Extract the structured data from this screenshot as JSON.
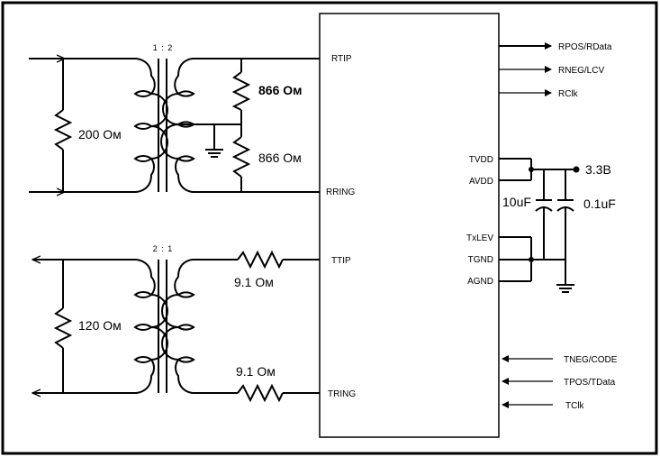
{
  "chip": {
    "pins_left": [
      "RTIP",
      "RRING",
      "TTIP",
      "TRING"
    ],
    "pins_right": [
      "TVDD",
      "AVDD",
      "TxLEV",
      "TGND",
      "AGND"
    ]
  },
  "outputs": [
    "RPOS/RData",
    "RNEG/LCV",
    "RClk"
  ],
  "inputs": [
    "TNEG/CODE",
    "TPOS/TData",
    "TClk"
  ],
  "receive": {
    "ratio": "1 : 2",
    "termination": "200 Ом",
    "upper_resistor": "866 Ом",
    "lower_resistor": "866 Ом"
  },
  "transmit": {
    "ratio": "2 : 1",
    "termination": "120 Ом",
    "tip_resistor": "9.1 Ом",
    "ring_resistor": "9.1 Ом"
  },
  "power": {
    "supply": "3.3В",
    "cap_bulk": "10uF",
    "cap_bypass": "0.1uF"
  }
}
